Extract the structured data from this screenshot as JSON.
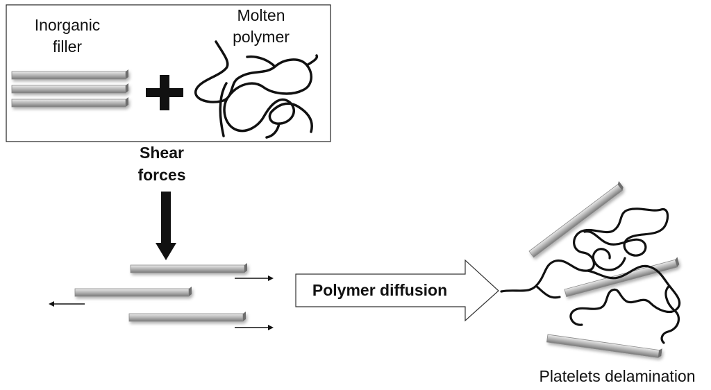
{
  "labels": {
    "filler_line1": "Inorganic",
    "filler_line2": "filler",
    "polymer_line1": "Molten",
    "polymer_line2": "polymer",
    "plus_sign": "+",
    "shear_line1": "Shear",
    "shear_line2": "forces",
    "diffusion": "Polymer diffusion",
    "result": "Platelets delamination"
  },
  "colors": {
    "platelet_top": "#e6e6e6",
    "platelet_mid": "#b0b0b0",
    "platelet_bottom": "#777777",
    "polymer_chain": "#111111",
    "arrow": "#111111",
    "box_border": "#222222"
  }
}
